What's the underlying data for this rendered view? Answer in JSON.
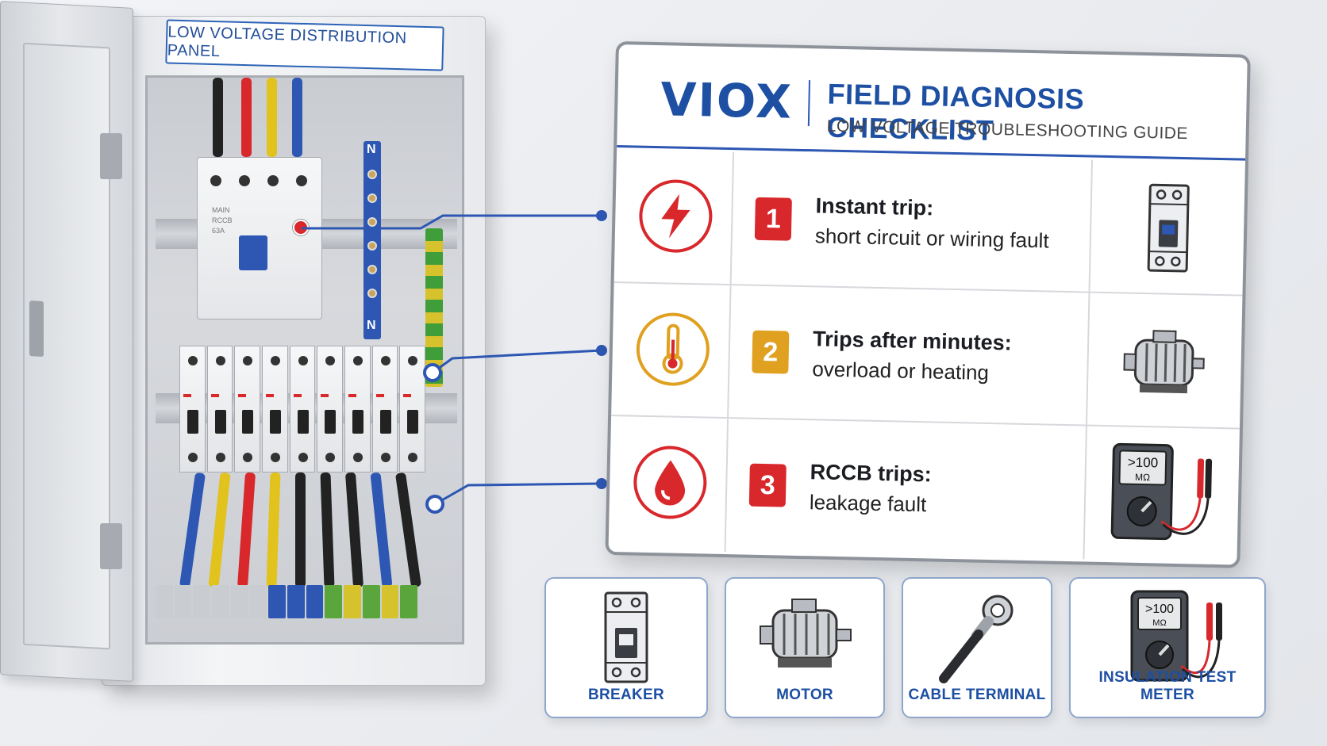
{
  "panel": {
    "label": "LOW VOLTAGE DISTRIBUTION PANEL",
    "main_breaker_text": [
      "MAIN",
      "RCCB",
      "63A"
    ],
    "neutral_bar_label": "N"
  },
  "checklist": {
    "brand": "VIOX",
    "title": "FIELD DIAGNOSIS CHECKLIST",
    "subtitle": "LOW VOLTAGE TROUBLESHOOTING GUIDE",
    "rows": [
      {
        "number": "1",
        "title": "Instant trip:",
        "description": "short circuit or wiring fault",
        "icon": "lightning-icon",
        "color": "#d8282c",
        "component_icon": "breaker-icon"
      },
      {
        "number": "2",
        "title": "Trips after minutes:",
        "description": "overload or heating",
        "icon": "thermometer-icon",
        "color": "#e0a020",
        "component_icon": "motor-icon"
      },
      {
        "number": "3",
        "title": "RCCB trips:",
        "description": "leakage fault",
        "icon": "droplet-icon",
        "color": "#d8282c",
        "component_icon": "insulation-meter-icon"
      }
    ],
    "meter_display": ">100",
    "meter_unit": "MΩ"
  },
  "tiles": [
    {
      "label": "BREAKER",
      "icon": "breaker-icon"
    },
    {
      "label": "MOTOR",
      "icon": "motor-icon"
    },
    {
      "label": "CABLE TERMINAL",
      "icon": "cable-terminal-icon"
    },
    {
      "label": "INSULATION TEST METER",
      "icon": "insulation-meter-icon"
    }
  ],
  "colors": {
    "brand_blue": "#1d4fa3",
    "accent_red": "#d8282c",
    "accent_amber": "#e0a020",
    "connector_blue": "#2d57b3"
  }
}
